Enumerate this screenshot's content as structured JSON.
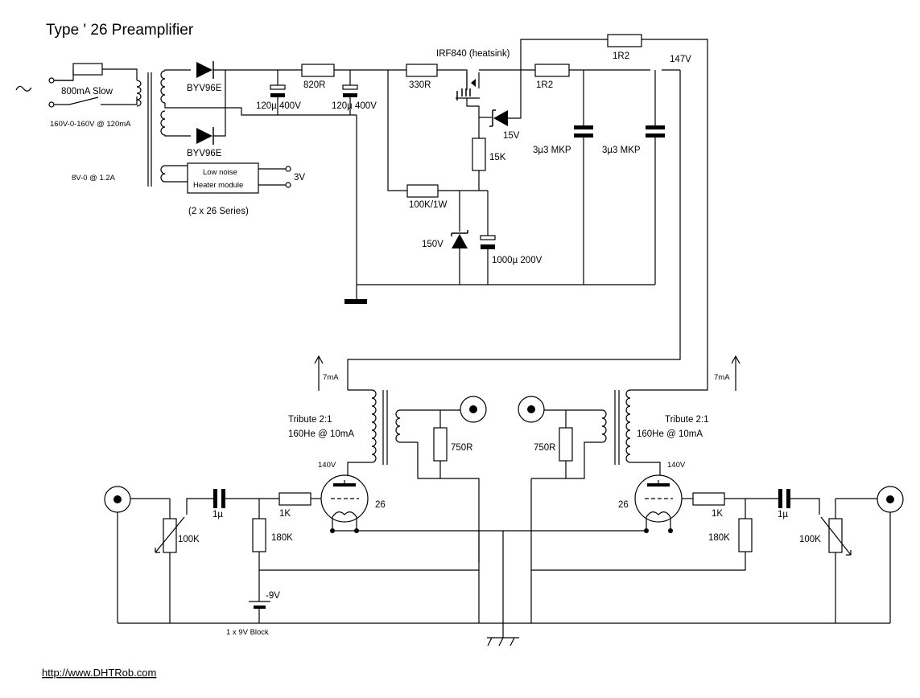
{
  "title": "Type ' 26 Preamplifier",
  "url": "http://www.DHTRob.com",
  "psu": {
    "fuse": "800mA Slow",
    "transformer_ht": "160V-0-160V @ 120mA",
    "transformer_lt": "8V-0 @ 1.2A",
    "diode1": "BYV96E",
    "diode2": "BYV96E",
    "heater_module_line1": "Low noise",
    "heater_module_line2": "Heater module",
    "heater_out": "3V",
    "heater_note": "(2 x 26 Series)",
    "cap1": "120µ 400V",
    "cap2": "120µ 400V",
    "r_820": "820R",
    "r_330": "330R",
    "mosfet": "IRF840 (heatsink)",
    "r_1r2_a": "1R2",
    "r_1r2_b": "1R2",
    "zener_15": "15V",
    "r_15k": "15K",
    "r_100k": "100K/1W",
    "zener_150": "150V",
    "cap_1000": "1000µ 200V",
    "cap_mkp1": "3µ3 MKP",
    "cap_mkp2": "3µ3 MKP",
    "v_out": "147V"
  },
  "left": {
    "current": "7mA",
    "xfmr_line1": "Tribute 2:1",
    "xfmr_line2": "160He @ 10mA",
    "r_load": "750R",
    "plate_v": "140V",
    "tube": "26",
    "r_grid": "1K",
    "cap": "1µ",
    "pot": "100K",
    "r_bias": "180K",
    "bias_v": "-9V",
    "battery": "1 x 9V Block"
  },
  "right": {
    "current": "7mA",
    "xfmr_line1": "Tribute 2:1",
    "xfmr_line2": "160He @ 10mA",
    "r_load": "750R",
    "plate_v": "140V",
    "tube": "26",
    "r_grid": "1K",
    "cap": "1µ",
    "pot": "100K",
    "r_bias": "180K"
  }
}
